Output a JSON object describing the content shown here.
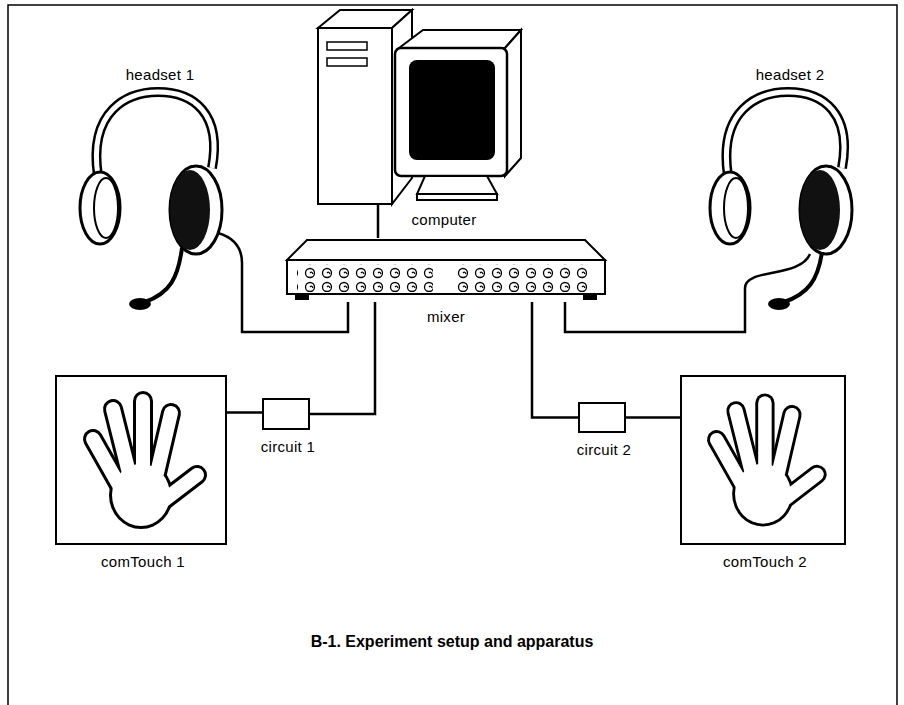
{
  "diagram": {
    "caption": "B-1. Experiment setup and apparatus",
    "nodes": [
      {
        "text": [
          "headset 1"
        ]
      },
      {
        "text": [
          "computer"
        ]
      },
      {
        "text": [
          "headset 2"
        ]
      },
      {
        "text": [
          "mixer"
        ]
      },
      {
        "text": [
          "comTouch 1"
        ]
      },
      {
        "text": [
          "circuit 1"
        ]
      },
      {
        "text": [
          "circuit 2"
        ]
      },
      {
        "text": [
          "comTouch 2"
        ]
      }
    ],
    "edges": [
      {
        "from": 0,
        "to": 3,
        "arrow": "none"
      },
      {
        "from": 1,
        "to": 3,
        "arrow": "none"
      },
      {
        "from": 2,
        "to": 3,
        "arrow": "none"
      },
      {
        "from": 4,
        "to": 5,
        "arrow": "none"
      },
      {
        "from": 5,
        "to": 3,
        "arrow": "none"
      },
      {
        "from": 7,
        "to": 6,
        "arrow": "none"
      },
      {
        "from": 6,
        "to": 3,
        "arrow": "none"
      }
    ]
  }
}
